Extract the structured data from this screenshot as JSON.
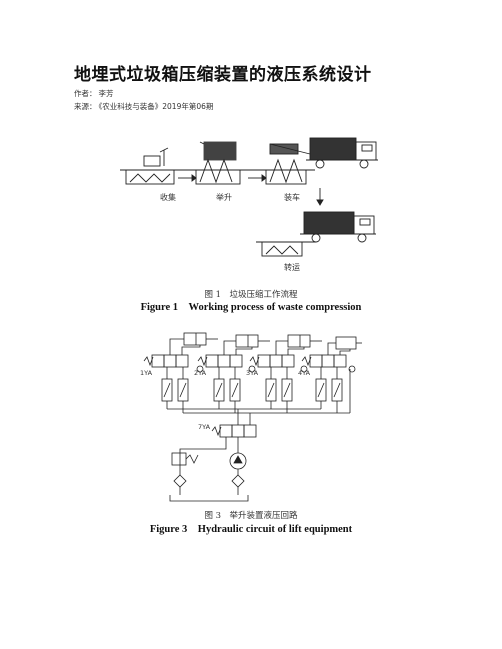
{
  "article": {
    "title": "地埋式垃圾箱压缩装置的液压系统设计",
    "author_label": "作者：",
    "author": "李芳",
    "source_label": "来源：",
    "source": "《农业科技与装备》2019年第06期"
  },
  "figure1": {
    "stage_labels": [
      "收集",
      "举升",
      "装车",
      "转运"
    ],
    "caption_zh": "图 1　垃圾压缩工作流程",
    "caption_en": "Figure 1　Working process of waste compression"
  },
  "figure3": {
    "valve_labels": [
      "1YA",
      "2YA",
      "3YA",
      "4YA",
      "7YA"
    ],
    "caption_zh": "图 3　举升装置液压回路",
    "caption_en": "Figure 3　Hydraulic circuit of lift equipment"
  }
}
